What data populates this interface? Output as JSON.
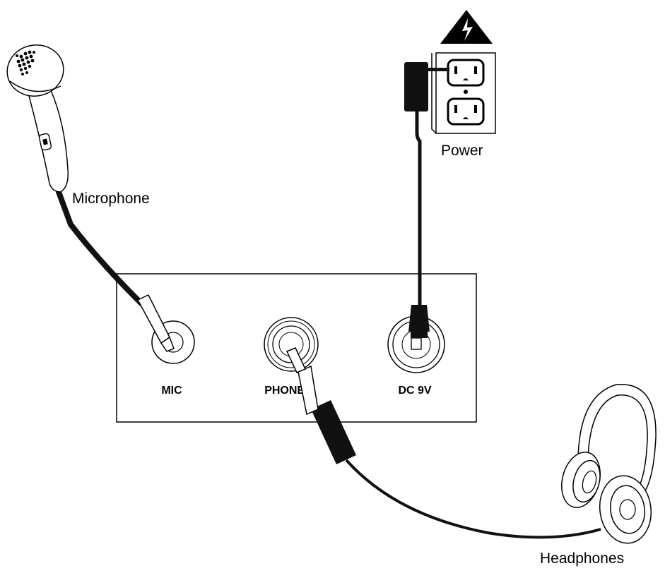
{
  "labels": {
    "microphone": "Microphone",
    "power": "Power",
    "headphones": "Headphones"
  },
  "ports": {
    "mic": "MIC",
    "phones": "PHONES",
    "dc": "DC 9V"
  },
  "colors": {
    "line": "#000000",
    "background": "#ffffff",
    "cable": "#111111"
  }
}
